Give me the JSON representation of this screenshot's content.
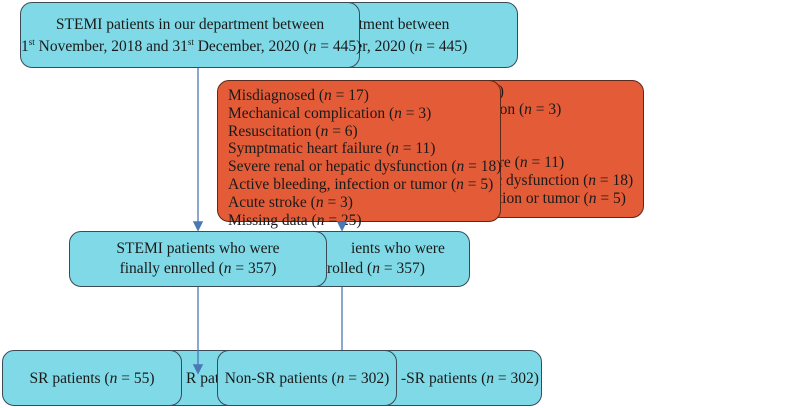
{
  "top": {
    "line1": "STEMI patients in our department between",
    "line2_day1": "1",
    "line2_sup1": "st",
    "line2_mid": " November, 2018 and 31",
    "line2_sup2": "st",
    "line2_end": " December, 2020 (",
    "n_symbol": "n",
    "n_value": " = 445)"
  },
  "top_back": {
    "line1": "artment between",
    "line2": "ember, 2020 (",
    "n_symbol": "n",
    "n_value": " = 445)"
  },
  "exclusions": {
    "items": [
      {
        "label": "Misdiagnosed (",
        "n": "n",
        "value": " = 17)"
      },
      {
        "label": "Mechanical complication (",
        "n": "n",
        "value": " = 3)"
      },
      {
        "label": "Resuscitation (",
        "n": "n",
        "value": " = 6)"
      },
      {
        "label": "Symptmatic heart failure (",
        "n": "n",
        "value": " = 11)"
      },
      {
        "label": "Severe renal or hepatic dysfunction (",
        "n": "n",
        "value": " = 18)"
      },
      {
        "label": "Active bleeding, infection or tumor (",
        "n": "n",
        "value": " = 5)"
      },
      {
        "label": "Acute stroke (",
        "n": "n",
        "value": " = 3)"
      },
      {
        "label": "Missing data (",
        "n": "n",
        "value": " = 25)"
      }
    ],
    "back_items": [
      {
        "text": "7)"
      },
      {
        "text": "tion (",
        "n": "n",
        "value": " = 3)"
      },
      {
        "text": ""
      },
      {
        "text": "ure (",
        "n": "n",
        "value": " = 11)"
      },
      {
        "text": "ic dysfunction (",
        "n": "n",
        "value": " = 18)"
      },
      {
        "text": "ction or tumor (",
        "n": "n",
        "value": " = 5)"
      }
    ]
  },
  "enrolled": {
    "line1": "STEMI patients who were",
    "line2": "finally enrolled (",
    "n_symbol": "n",
    "n_value": " = 357)"
  },
  "enrolled_back": {
    "line1": "ients who were",
    "line2": "rolled (",
    "n_symbol": "n",
    "n_value": " = 357)"
  },
  "sr": {
    "label": "SR patients (",
    "n_symbol": "n",
    "n_value": " = 55)"
  },
  "sr_back": {
    "label": "R pat"
  },
  "non_sr": {
    "label": "Non-SR patients (",
    "n_symbol": "n",
    "n_value": " = 302)"
  },
  "non_sr_back": {
    "label": "-SR patients (",
    "n_symbol": "n",
    "n_value": " = 302)"
  },
  "colors": {
    "box": "#7fd9e6",
    "exclusion": "#e45b37",
    "arrow": "#4a78b5"
  }
}
